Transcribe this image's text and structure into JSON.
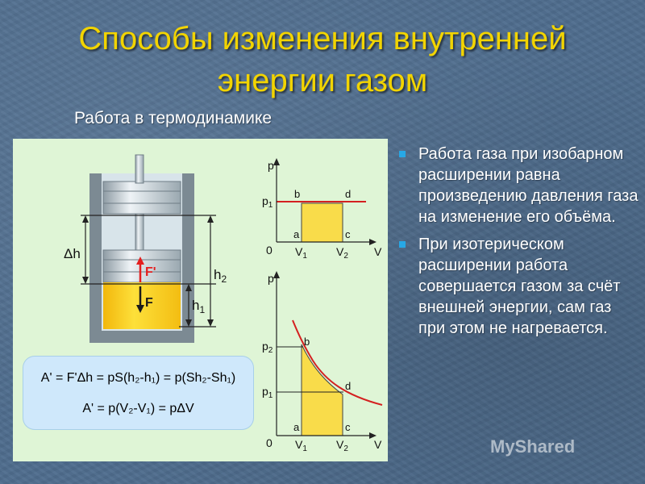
{
  "slide": {
    "title_line1": "Способы изменения внутренней",
    "title_line2": "энергии газом",
    "subtitle": "Работа в термодинамике"
  },
  "piston_diagram": {
    "delta_h": "Δh",
    "h2": "h",
    "h2_sub": "2",
    "h1": "h",
    "h1_sub": "1",
    "force_up": "F'",
    "force_down": "F"
  },
  "graph_isobaric": {
    "p_axis": "p",
    "v_axis": "V",
    "origin": "0",
    "p1": "p",
    "p1_sub": "1",
    "v1": "V",
    "v1_sub": "1",
    "v2": "V",
    "v2_sub": "2",
    "points": [
      "a",
      "b",
      "c",
      "d"
    ]
  },
  "graph_isothermal": {
    "p_axis": "p",
    "v_axis": "V",
    "origin": "0",
    "p1": "p",
    "p1_sub": "1",
    "p2": "p",
    "p2_sub": "2",
    "v1": "V",
    "v1_sub": "1",
    "v2": "V",
    "v2_sub": "2",
    "points": [
      "a",
      "b",
      "c",
      "d"
    ]
  },
  "formulas": {
    "line1": "A' = F'Δh = pS(h₂-h₁) = p(Sh₂-Sh₁)",
    "line2": "A' = p(V₂-V₁) = pΔV"
  },
  "bullets": [
    "Работа газа при изобарном расширении равна произведению давления газа на изменение его объёма.",
    "При изотерическом расширении работа совершается газом за счёт внешней энергии, сам газ при этом не нагревается."
  ],
  "watermark": "MyShared",
  "colors": {
    "title": "#f2d400",
    "panel": "#dff5d6",
    "gas": "#fbd215",
    "area": "#f9dc4a",
    "curve": "#d42020",
    "bullet": "#27a8e6"
  }
}
